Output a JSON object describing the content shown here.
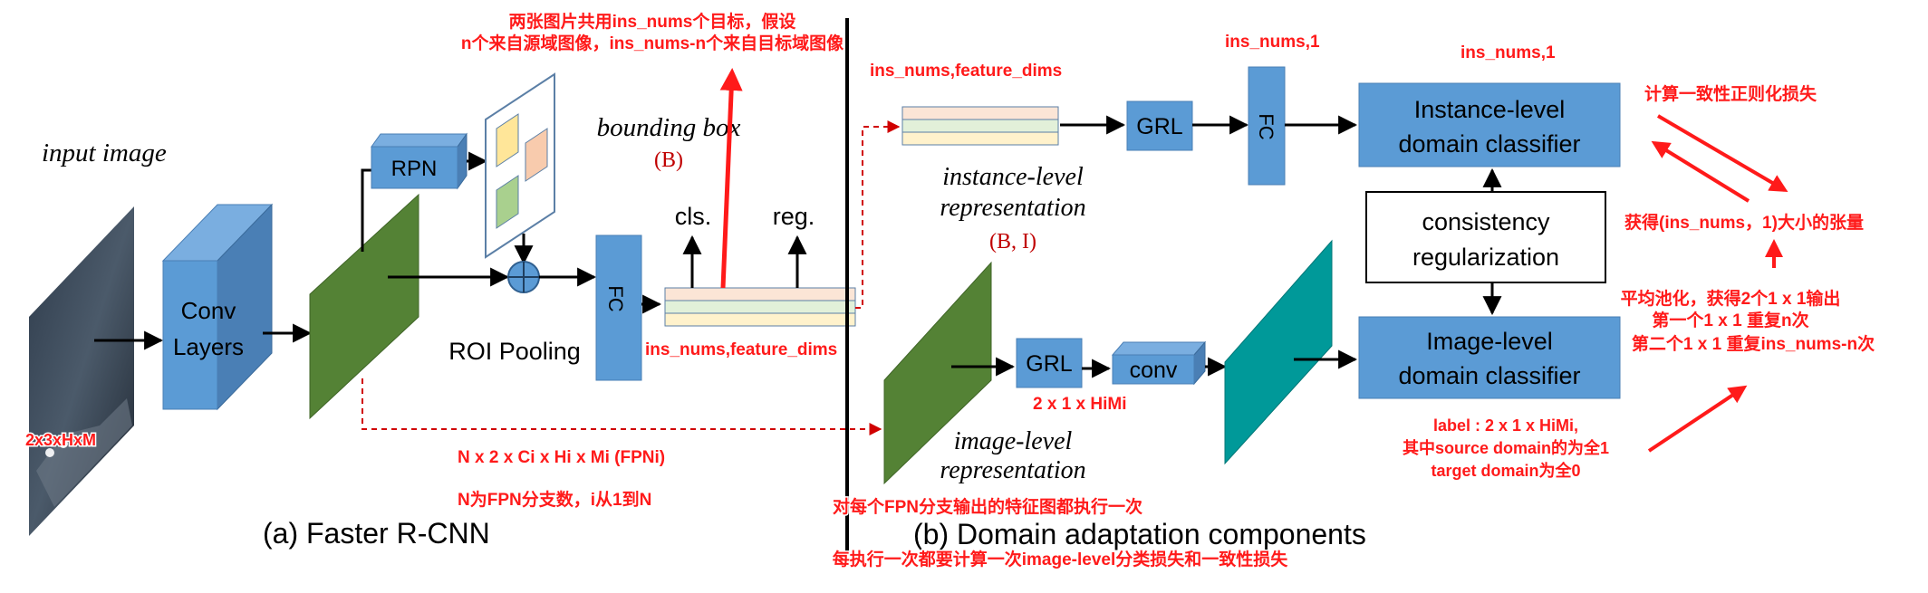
{
  "labels": {
    "input_image": "input image",
    "input_dims": "2x3xHxM",
    "conv_line1": "Conv",
    "conv_line2": "Layers",
    "rpn": "RPN",
    "roi_pooling": "ROI Pooling",
    "fc": "FC",
    "bounding_box": "bounding box",
    "bbox_b": "(B)",
    "cls": "cls.",
    "reg": "reg.",
    "feat_dims_bottom": "ins_nums,feature_dims",
    "fpn_shape": "N x 2 x Ci x Hi x Mi (FPNi)",
    "fpn_note": "N为FPN分支数，i从1到N",
    "caption_a": "(a) Faster R-CNN",
    "caption_b": "(b) Domain adaptation components",
    "top_note_line1": "两张图片共用ins_nums个目标，假设",
    "top_note_line2": "n个来自源域图像，ins_nums-n个来自目标域图像",
    "feat_dims_top": "ins_nums,feature_dims",
    "grl": "GRL",
    "ins_nums_1_a": "ins_nums,1",
    "ins_nums_1_b": "ins_nums,1",
    "inst_rep_1": "instance-level",
    "inst_rep_2": "representation",
    "inst_rep_bi": "(B, I)",
    "inst_cls_1": "Instance-level",
    "inst_cls_2": "domain classifier",
    "cons_1": "consistency",
    "cons_2": "regularization",
    "img_cls_1": "Image-level",
    "img_cls_2": "domain classifier",
    "conv": "conv",
    "grl_dims": "2 x 1 x HiMi",
    "img_rep_1": "image-level",
    "img_rep_2": "representation",
    "fpn_each": "对每个FPN分支输出的特征图都执行一次",
    "each_time": "每执行一次都要计算一次image-level分类损失和一致性损失",
    "label_line1": "label : 2 x 1 x HiMi,",
    "label_line2": "其中source domain的为全1",
    "label_line3": "target domain为全0",
    "right_note1": "计算一致性正则化损失",
    "right_note2": "获得(ins_nums，1)大小的张量",
    "right_note3_1": "平均池化，获得2个1 x 1输出",
    "right_note3_2": "第一个1 x 1 重复n次",
    "right_note3_3": "第二个1 x 1 重复ins_nums-n次"
  },
  "colors": {
    "blue": "#5b9bd5",
    "green": "#548235",
    "teal": "#009999",
    "red": "#ff1a1a",
    "dark_red": "#c00000"
  }
}
